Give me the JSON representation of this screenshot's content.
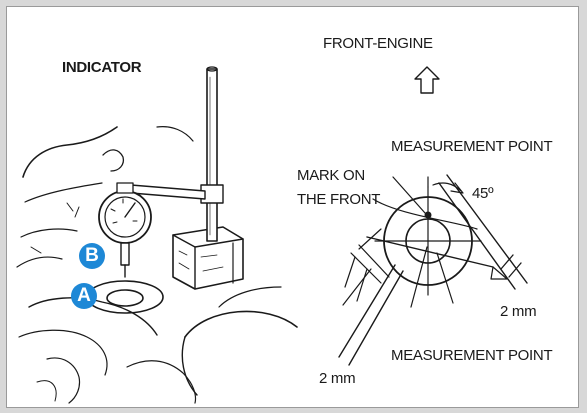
{
  "labels": {
    "indicator": "INDICATOR",
    "front_engine": "FRONT-ENGINE",
    "mark_on_front_line1": "MARK ON",
    "mark_on_front_line2": "THE FRONT",
    "measurement_point_top": "MEASUREMENT POINT",
    "measurement_point_bottom": "MEASUREMENT POINT",
    "angle": "45º",
    "dim_right": "2 mm",
    "dim_left": "2 mm"
  },
  "badges": {
    "a": "A",
    "b": "B"
  },
  "colors": {
    "badge": "#1e88d6",
    "line": "#1a1a1a",
    "background": "#ffffff",
    "frame": "#9a9a9a"
  },
  "icons": {
    "direction": "up-arrow-outline-icon",
    "indicator_tool": "dial-indicator-icon"
  }
}
